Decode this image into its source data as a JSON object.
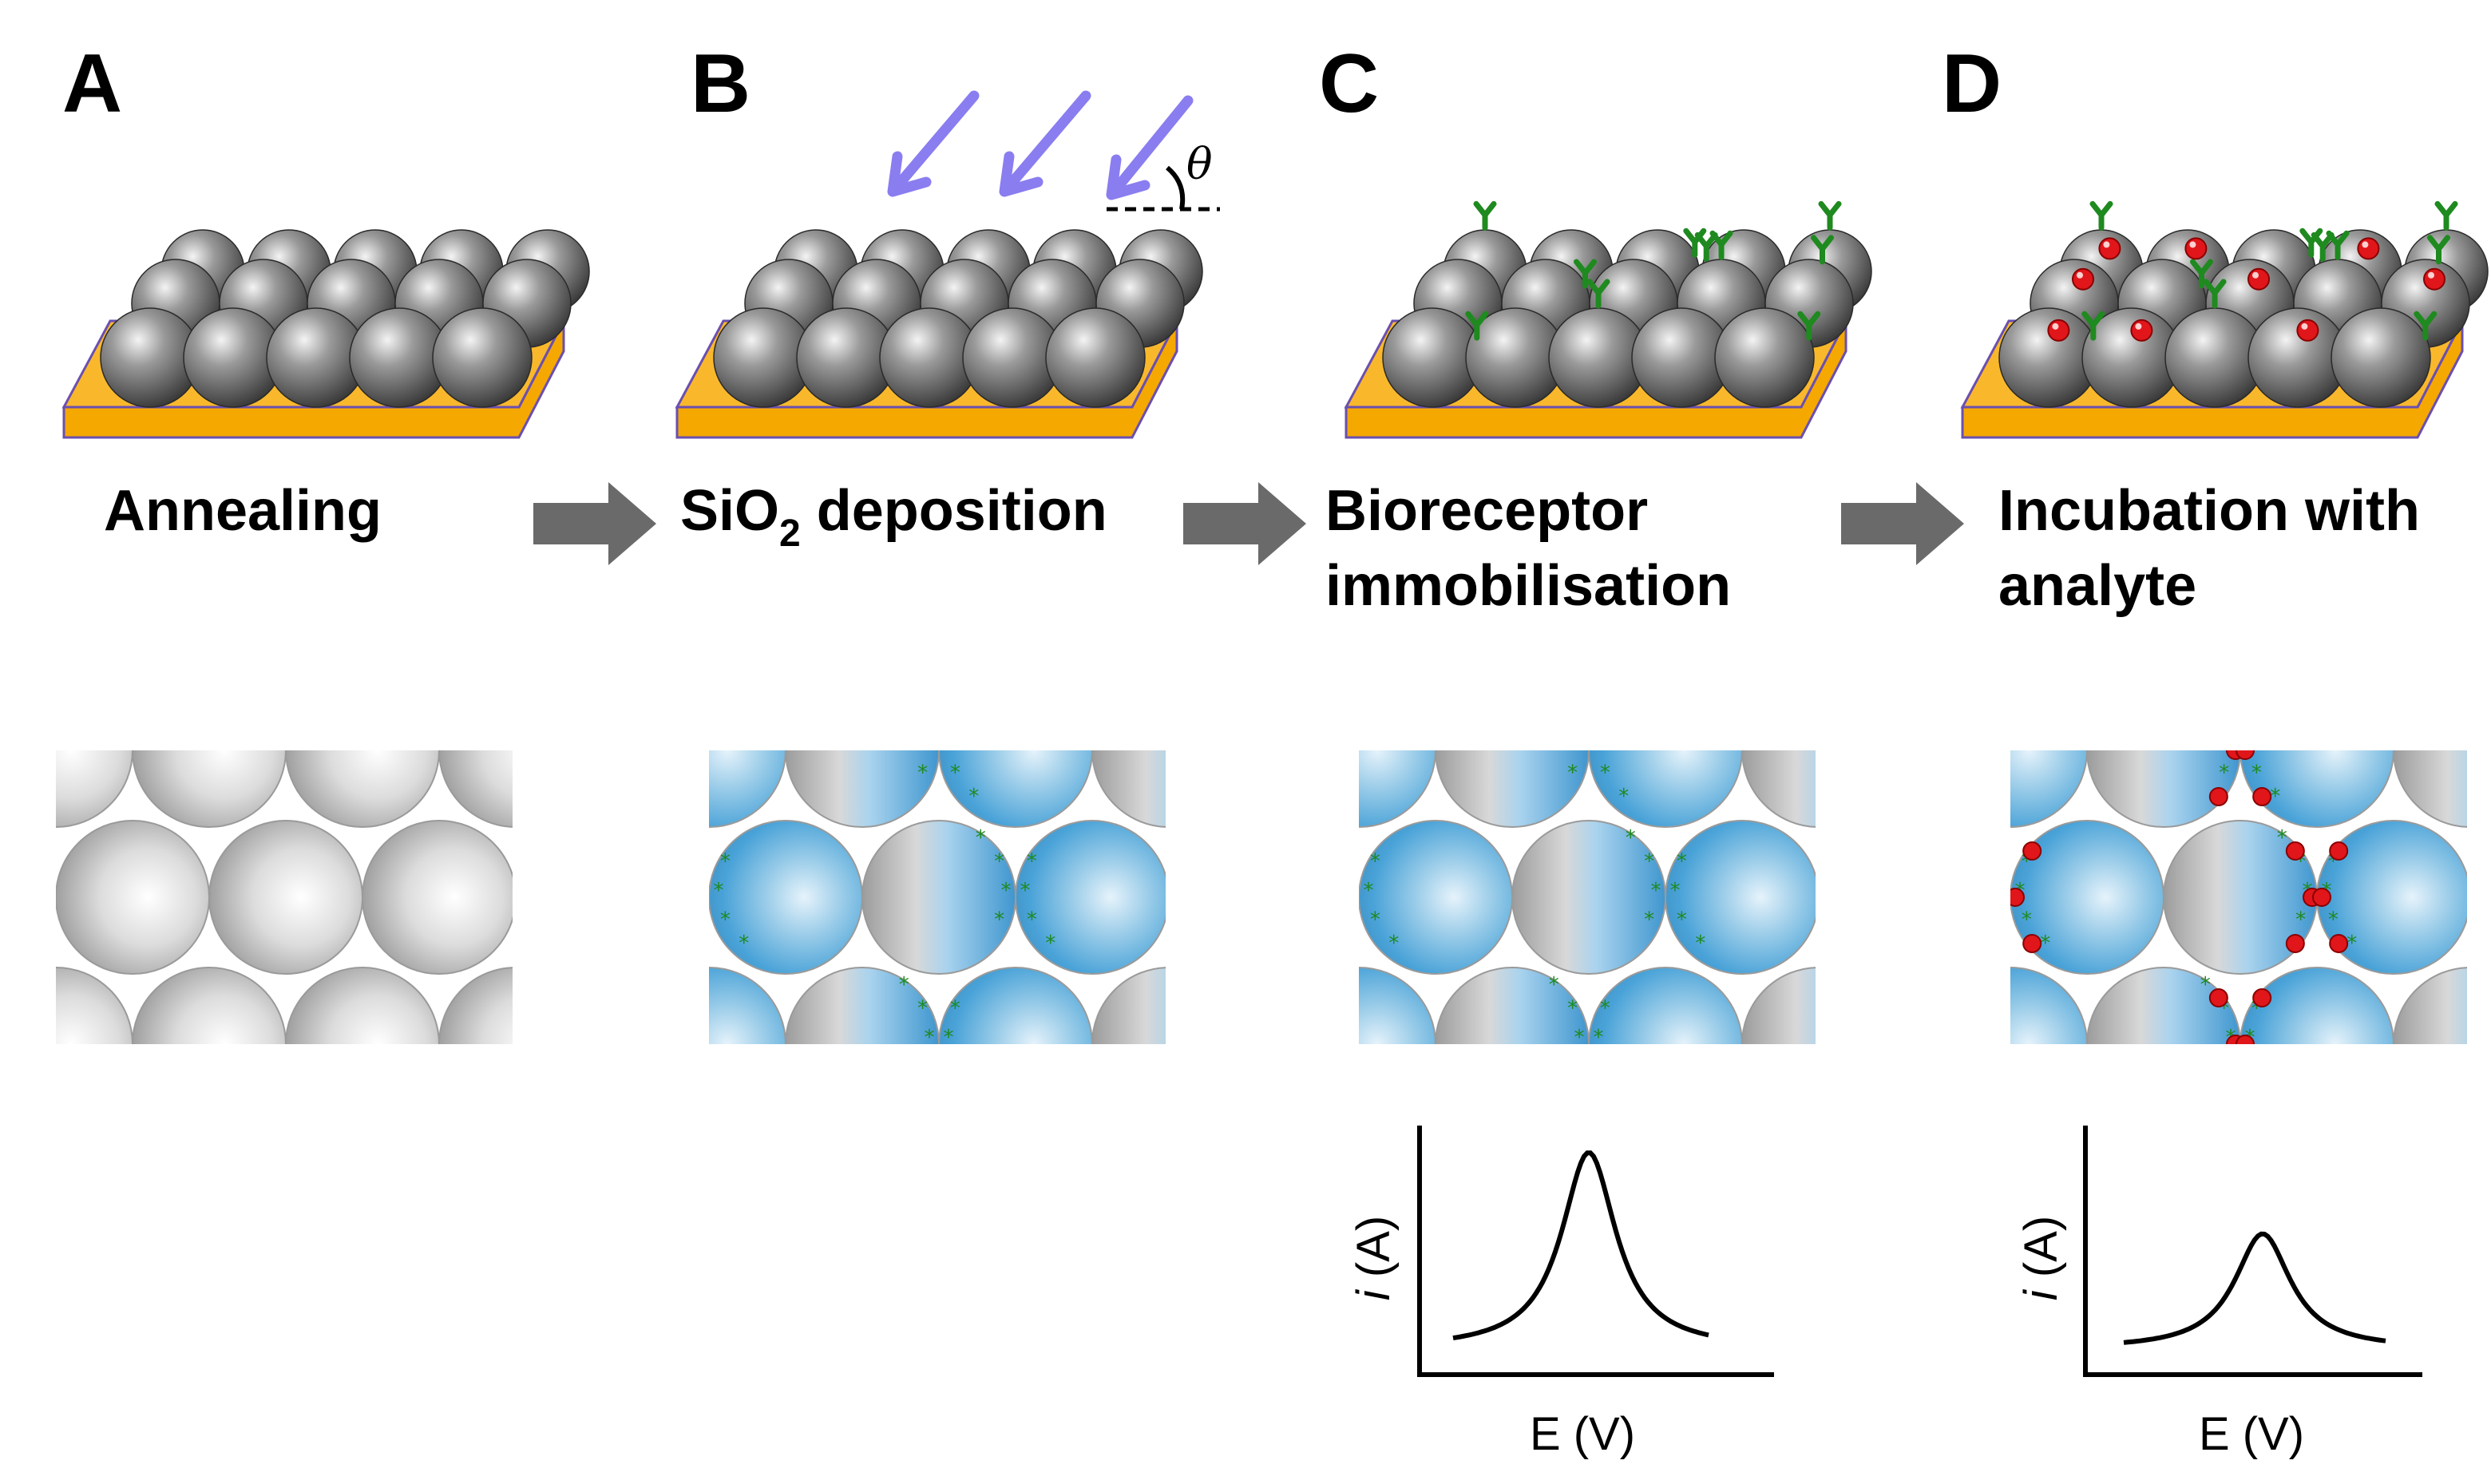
{
  "panels": [
    {
      "letter": "A",
      "label_line1": "Annealing",
      "label_line2": ""
    },
    {
      "letter": "B",
      "label_prefix": "SiO",
      "label_sub": "2",
      "label_suffix": " deposition"
    },
    {
      "letter": "C",
      "label_line1": "Bioreceptor",
      "label_line2": "immobilisation"
    },
    {
      "letter": "D",
      "label_line1": "Incubation with",
      "label_line2": "analyte"
    }
  ],
  "deposition_angle_symbol": "θ",
  "plots": [
    {
      "y_axis": "i (A)",
      "y_italic": "i",
      "y_rest": " (A)",
      "x_axis": "E (V)",
      "peak_level": 0.58
    },
    {
      "y_axis": "i (A)",
      "y_italic": "i",
      "y_rest": " (A)",
      "x_axis": "E (V)",
      "peak_level": 0.34
    }
  ],
  "colors": {
    "sphere": "#8a8a8a",
    "substrate": "#f5a800",
    "silica": "#4aa3d8",
    "incident_beam": "#8a7df0",
    "bioreceptor": "#1f8a1f",
    "analyte": "#e0161b",
    "process_arrow": "#6a6a6a"
  }
}
